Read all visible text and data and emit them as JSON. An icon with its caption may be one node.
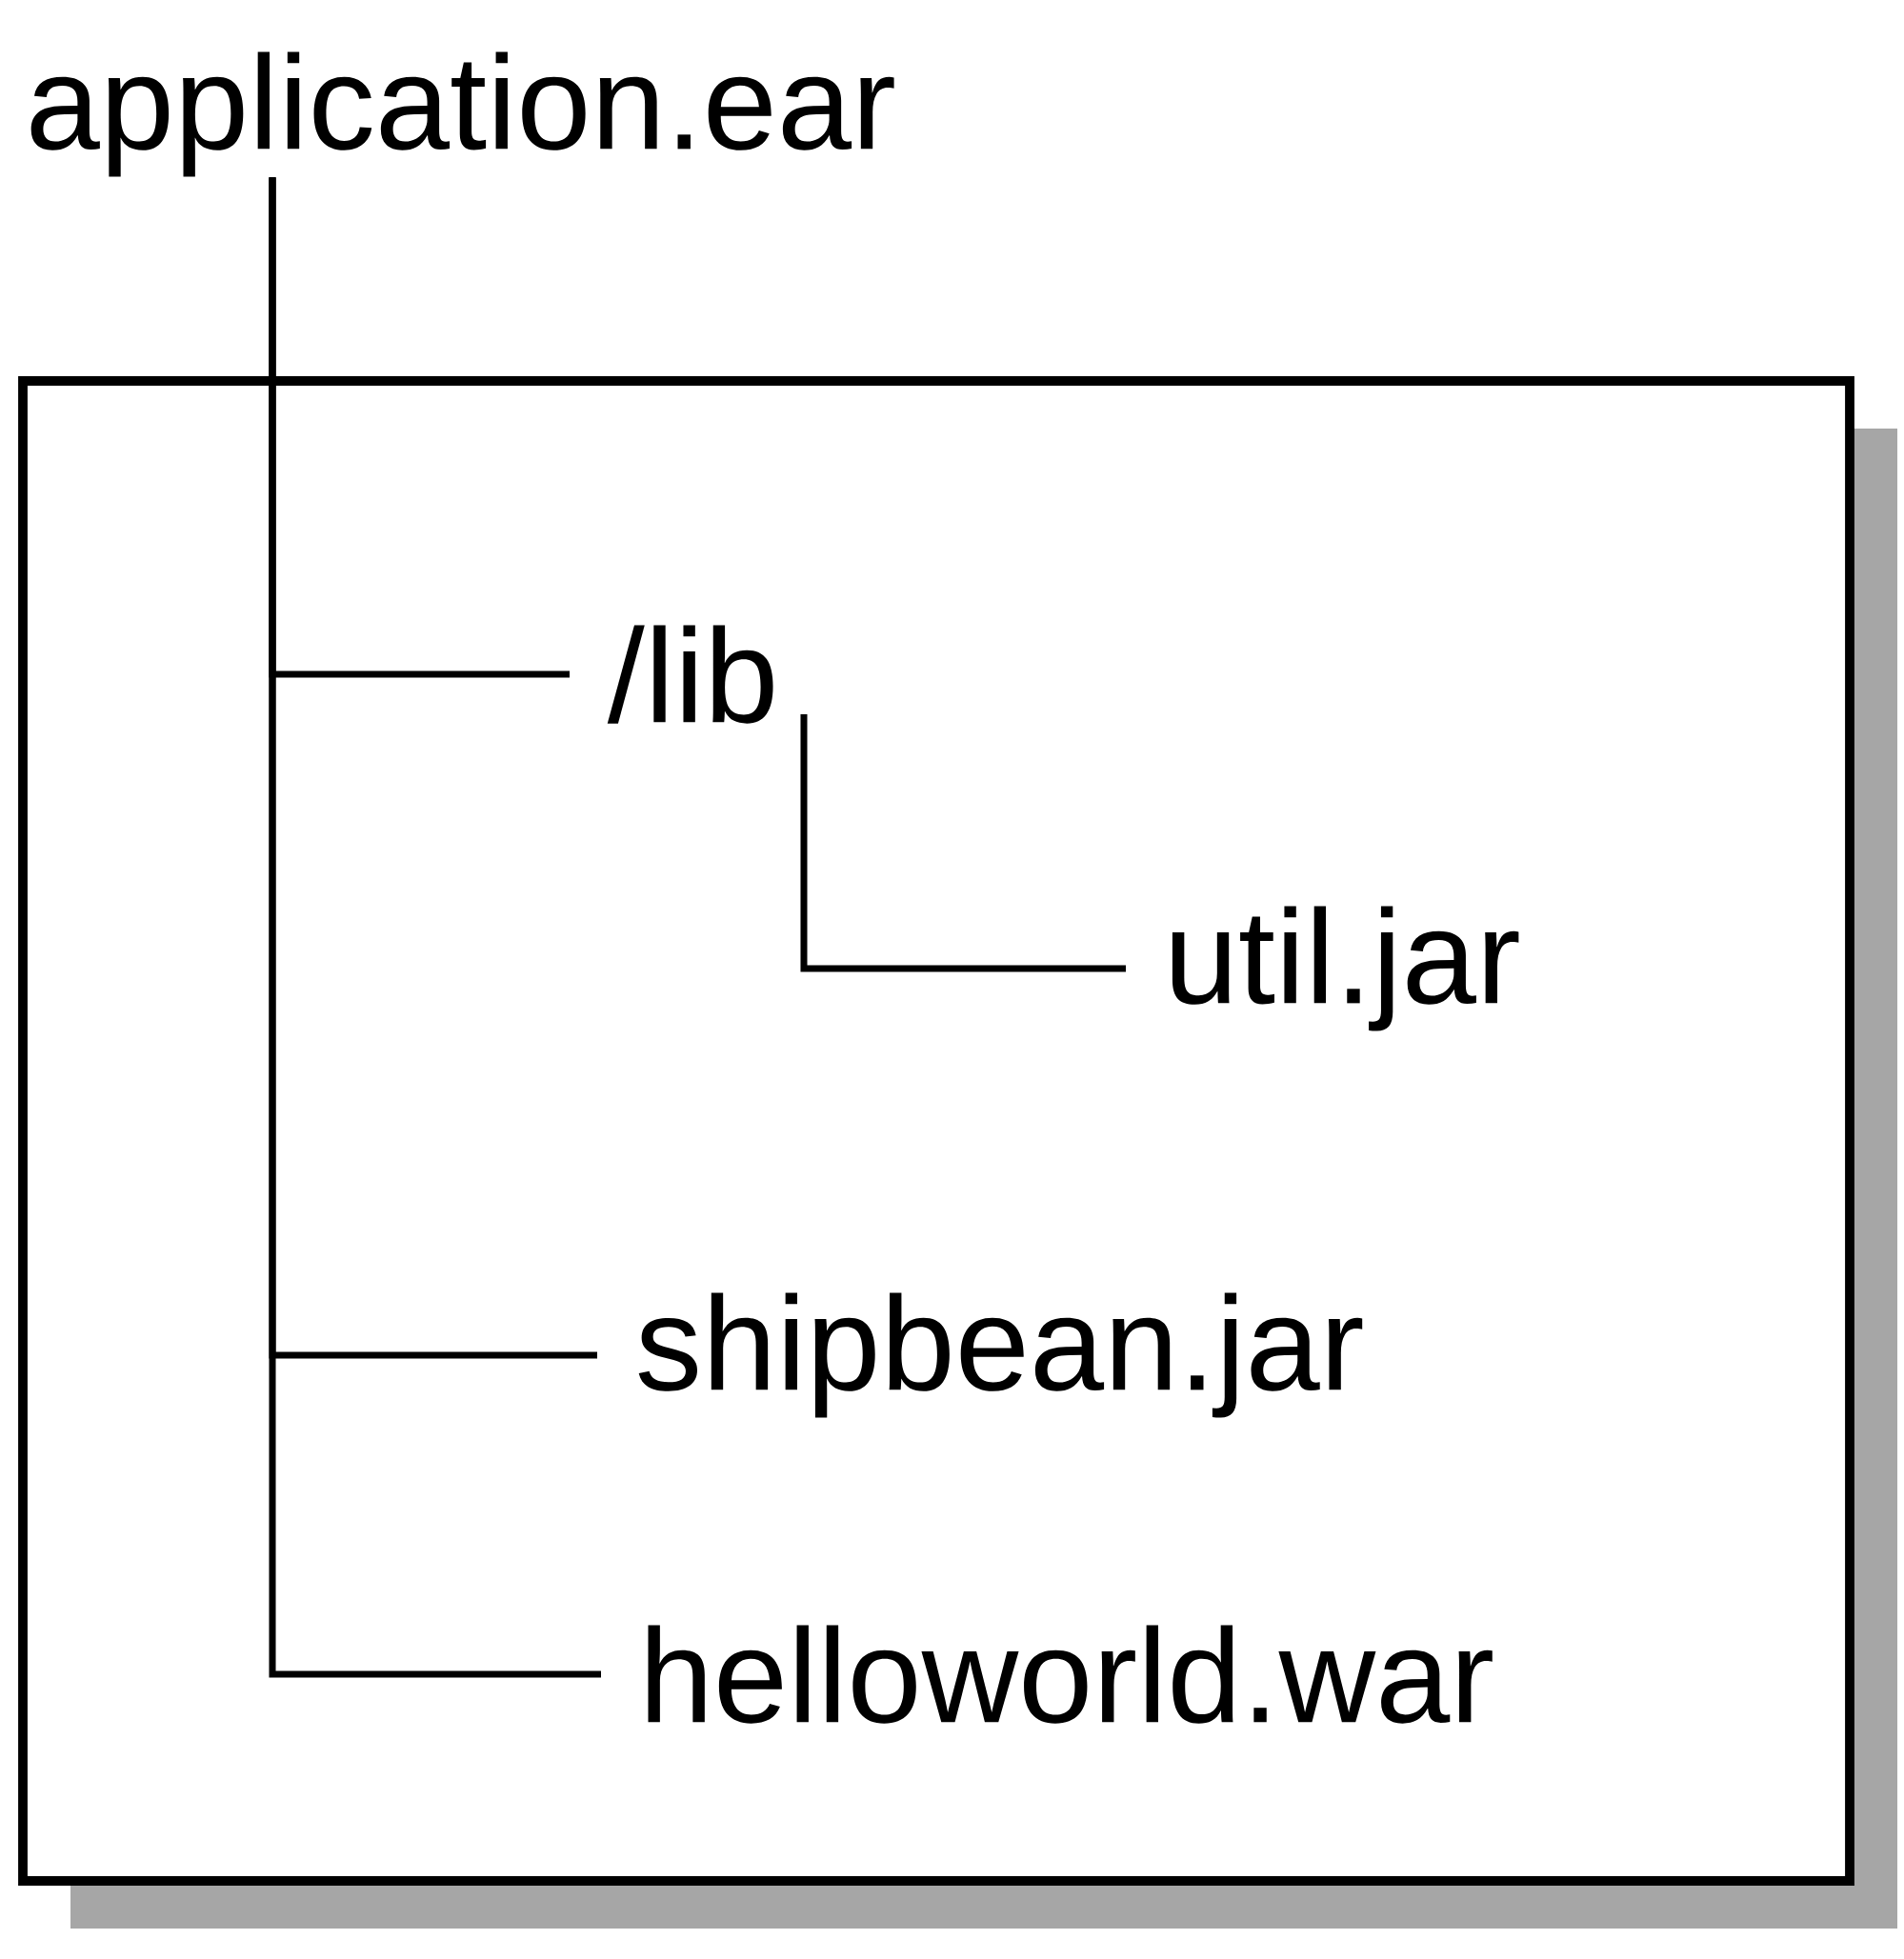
{
  "diagram": {
    "nodes": [
      {
        "text": [
          "application.ear"
        ]
      },
      {
        "text": [
          "/lib"
        ],
        "in": 0
      },
      {
        "text": [
          "util.jar"
        ],
        "in": 0
      },
      {
        "text": [
          "shipbean.jar"
        ],
        "in": 0
      },
      {
        "text": [
          "helloworld.war"
        ],
        "in": 0
      }
    ],
    "edges": [
      {
        "from": 0,
        "to": 1,
        "arrow": "none"
      },
      {
        "from": 1,
        "to": 2,
        "arrow": "none"
      },
      {
        "from": 0,
        "to": 3,
        "arrow": "none"
      },
      {
        "from": 0,
        "to": 4,
        "arrow": "none"
      }
    ]
  }
}
